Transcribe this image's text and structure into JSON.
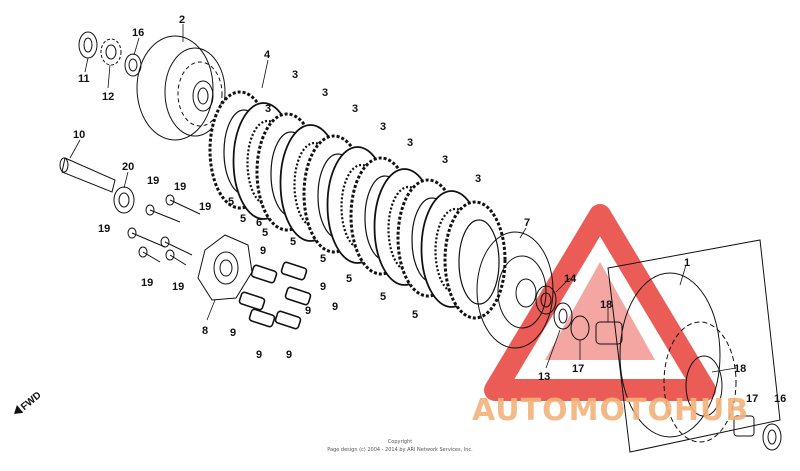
{
  "callouts": [
    {
      "id": "c1",
      "text": "1"
    },
    {
      "id": "c2",
      "text": "2"
    },
    {
      "id": "c3a",
      "text": "3"
    },
    {
      "id": "c3b",
      "text": "3"
    },
    {
      "id": "c3c",
      "text": "3"
    },
    {
      "id": "c3d",
      "text": "3"
    },
    {
      "id": "c3e",
      "text": "3"
    },
    {
      "id": "c3f",
      "text": "3"
    },
    {
      "id": "c3g",
      "text": "3"
    },
    {
      "id": "c3h",
      "text": "3"
    },
    {
      "id": "c4",
      "text": "4"
    },
    {
      "id": "c5a",
      "text": "5"
    },
    {
      "id": "c5b",
      "text": "5"
    },
    {
      "id": "c5c",
      "text": "5"
    },
    {
      "id": "c5d",
      "text": "5"
    },
    {
      "id": "c5e",
      "text": "5"
    },
    {
      "id": "c5f",
      "text": "5"
    },
    {
      "id": "c5g",
      "text": "5"
    },
    {
      "id": "c5h",
      "text": "5"
    },
    {
      "id": "c6",
      "text": "6"
    },
    {
      "id": "c7",
      "text": "7"
    },
    {
      "id": "c8",
      "text": "8"
    },
    {
      "id": "c9a",
      "text": "9"
    },
    {
      "id": "c9b",
      "text": "9"
    },
    {
      "id": "c9c",
      "text": "9"
    },
    {
      "id": "c9d",
      "text": "9"
    },
    {
      "id": "c9e",
      "text": "9"
    },
    {
      "id": "c9f",
      "text": "9"
    },
    {
      "id": "c9g",
      "text": "9"
    },
    {
      "id": "c10",
      "text": "10"
    },
    {
      "id": "c11",
      "text": "11"
    },
    {
      "id": "c12",
      "text": "12"
    },
    {
      "id": "c13",
      "text": "13"
    },
    {
      "id": "c14",
      "text": "14"
    },
    {
      "id": "c16a",
      "text": "16"
    },
    {
      "id": "c16b",
      "text": "16"
    },
    {
      "id": "c17a",
      "text": "17"
    },
    {
      "id": "c17b",
      "text": "17"
    },
    {
      "id": "c18a",
      "text": "18"
    },
    {
      "id": "c18b",
      "text": "18"
    },
    {
      "id": "c19a",
      "text": "19"
    },
    {
      "id": "c19b",
      "text": "19"
    },
    {
      "id": "c19c",
      "text": "19"
    },
    {
      "id": "c19d",
      "text": "19"
    },
    {
      "id": "c19e",
      "text": "19"
    },
    {
      "id": "c19f",
      "text": "19"
    },
    {
      "id": "c20",
      "text": "20"
    }
  ],
  "direction_label": "FWD",
  "copyright": {
    "line1": "Copyright",
    "line2": "Page design (c) 2004 - 2014 by ARI Network Services, Inc."
  },
  "watermark": {
    "text": "AUTOMOTOHUB",
    "color": "#f2b27a",
    "triangle_color": "#e8403a"
  }
}
